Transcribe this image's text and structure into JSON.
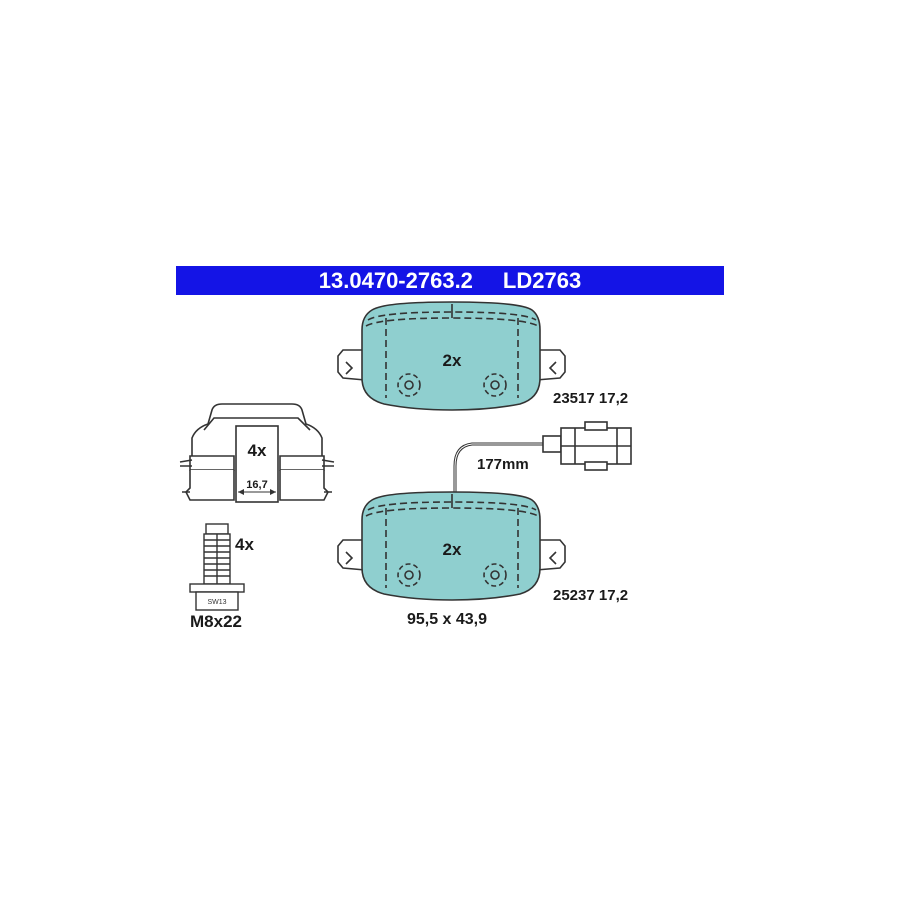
{
  "header": {
    "part_number": "13.0470-2763.2",
    "code": "LD2763"
  },
  "colors": {
    "header_bg": "#1414e6",
    "pad_fill": "#8fcfcf",
    "line": "#333333"
  },
  "pad_top": {
    "quantity": "2x",
    "spec": "23517 17,2"
  },
  "sensor": {
    "length": "177mm"
  },
  "pad_bottom": {
    "quantity": "2x",
    "spec": "25237 17,2",
    "dimensions": "95,5 x 43,9"
  },
  "clip": {
    "quantity": "4x",
    "dimension": "16,7"
  },
  "bolt": {
    "quantity": "4x",
    "head_label": "SW13",
    "size": "M8x22"
  }
}
